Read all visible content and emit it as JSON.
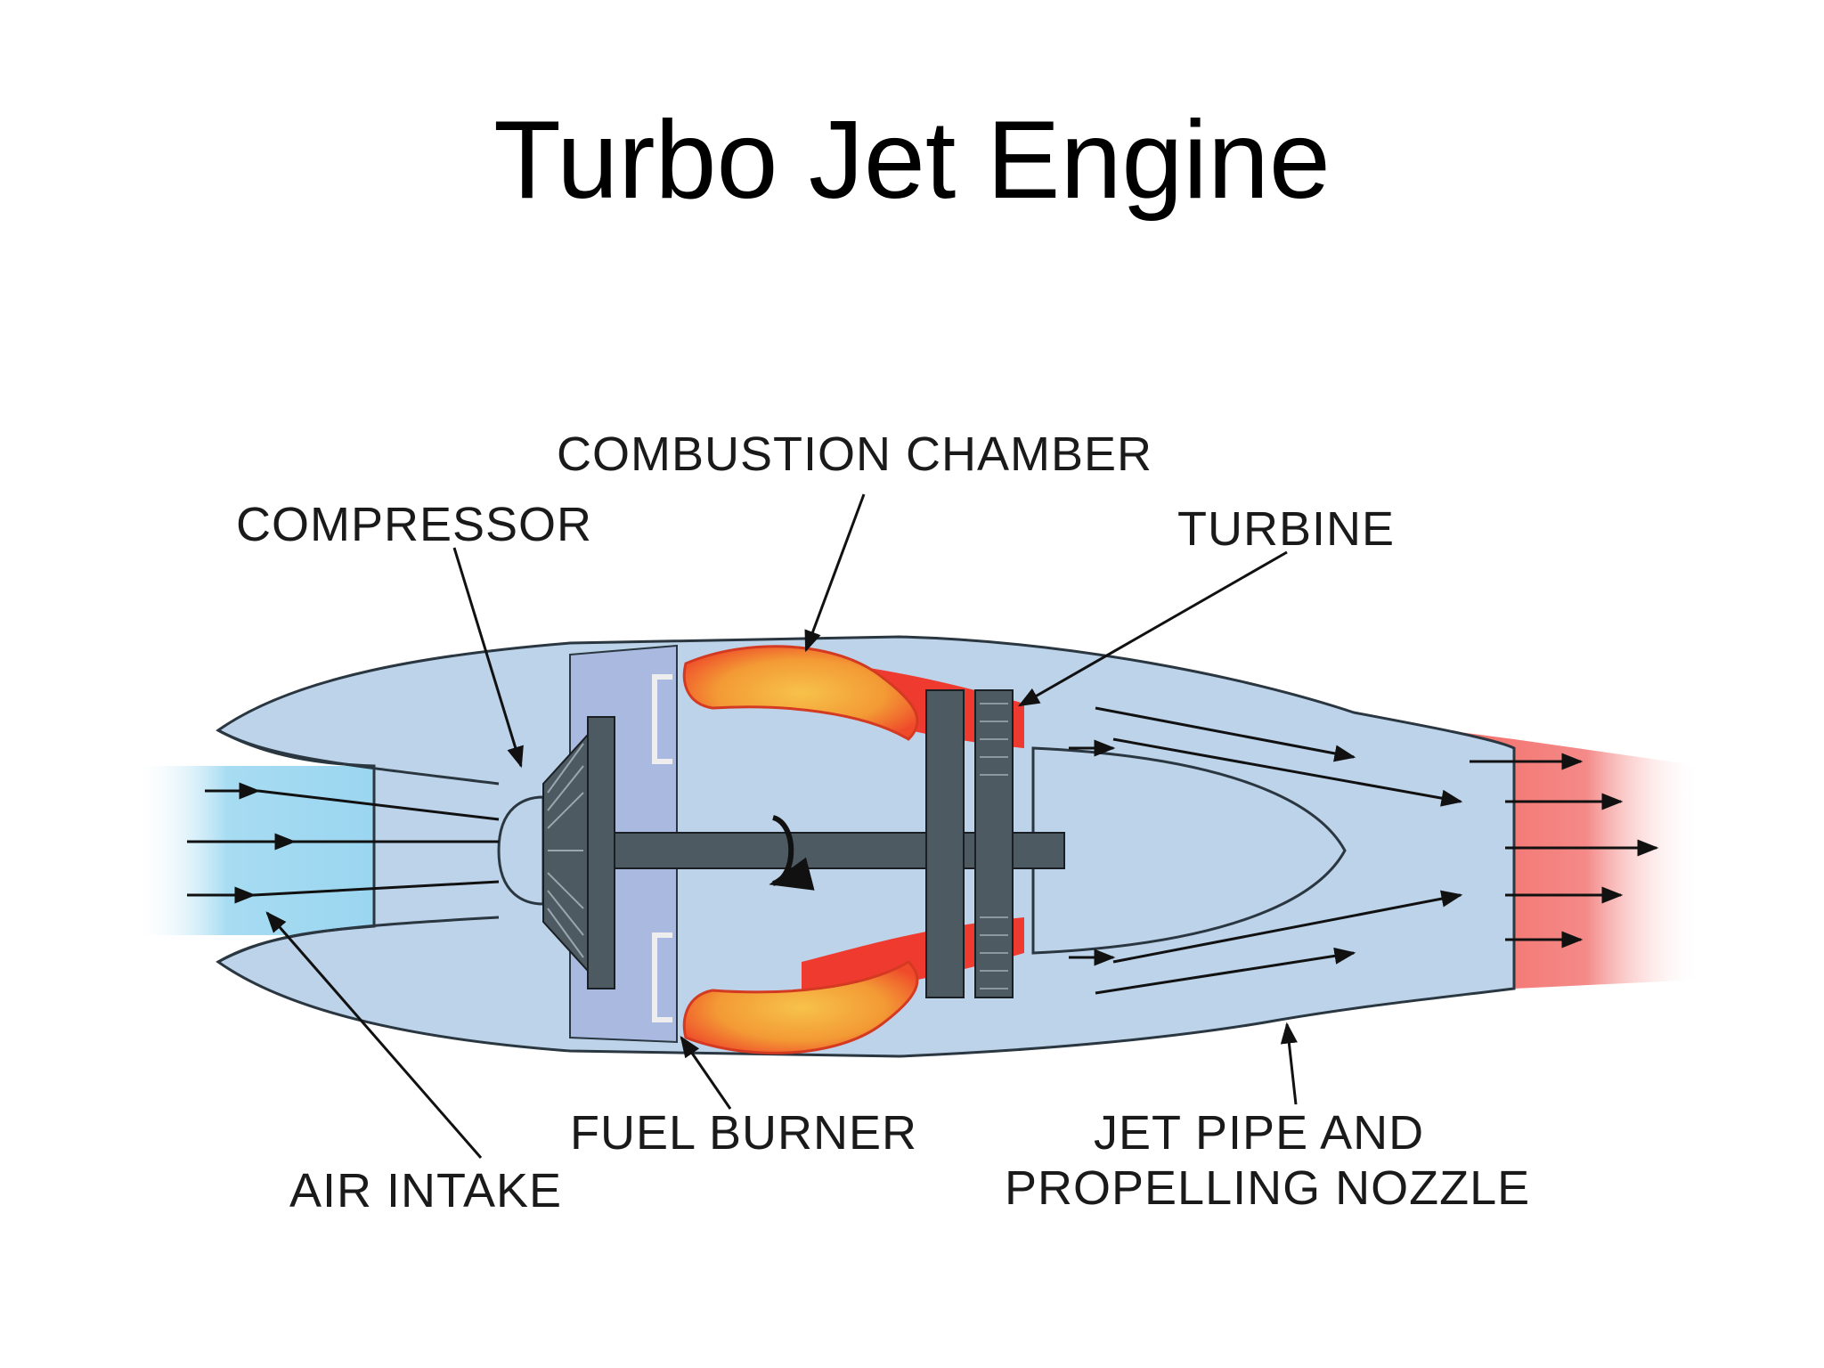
{
  "title": "Turbo Jet Engine",
  "labels": {
    "combustion_chamber": "COMBUSTION CHAMBER",
    "compressor": "COMPRESSOR",
    "turbine": "TURBINE",
    "fuel_burner": "FUEL BURNER",
    "air_intake": "AIR INTAKE",
    "jet_pipe_line1": "JET PIPE AND",
    "jet_pipe_line2": "PROPELLING NOZZLE"
  },
  "colors": {
    "intake_air": "#9fd6ee",
    "cold_casing": "#bcd3ea",
    "combustion_flame": "#f2a43a",
    "hot_gas": "#f03a32",
    "exhaust": "#f47a7a",
    "metal": "#4e5a62"
  }
}
